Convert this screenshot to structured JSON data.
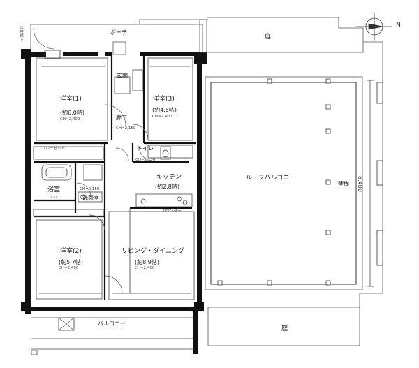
{
  "rooms": {
    "western_1": {
      "name": "洋室(1)",
      "area": "(約6.0帖)",
      "ceiling": "CH=2,400"
    },
    "western_3": {
      "name": "洋室(3)",
      "area": "(約4.5帖)",
      "ceiling": "CH=2,400"
    },
    "western_2": {
      "name": "洋室(2)",
      "area": "(約5.7帖)",
      "ceiling": "CH=2,400"
    },
    "ldk": {
      "name": "リビング・ダイニング",
      "area": "(約8.9帖)",
      "ceiling": "CH=2,400"
    },
    "kitchen": {
      "name": "キッチン",
      "area": "(約2.8帖)"
    },
    "hallway": {
      "name": "廊下",
      "ceiling": "CH=2,150"
    },
    "entrance": {
      "name": "玄関"
    },
    "toilet": {
      "name": "トイレ",
      "ceiling": "CH=2,150"
    },
    "bath": {
      "name": "浴室",
      "size": "1317"
    },
    "washroom": {
      "name": "洗面室",
      "ceiling": "CH=2,150"
    }
  },
  "labels": {
    "porch": "ポーチ",
    "garden_top": "庭",
    "garden_bottom": "庭",
    "roof_balcony": "ルーフバルコニー",
    "balcony": "バルコニー",
    "shared_hallway": "共用廊下",
    "eave": "壁横",
    "dimension": "8,400",
    "closet": "クローゼット",
    "counter": "カウンター",
    "compass": "N"
  }
}
